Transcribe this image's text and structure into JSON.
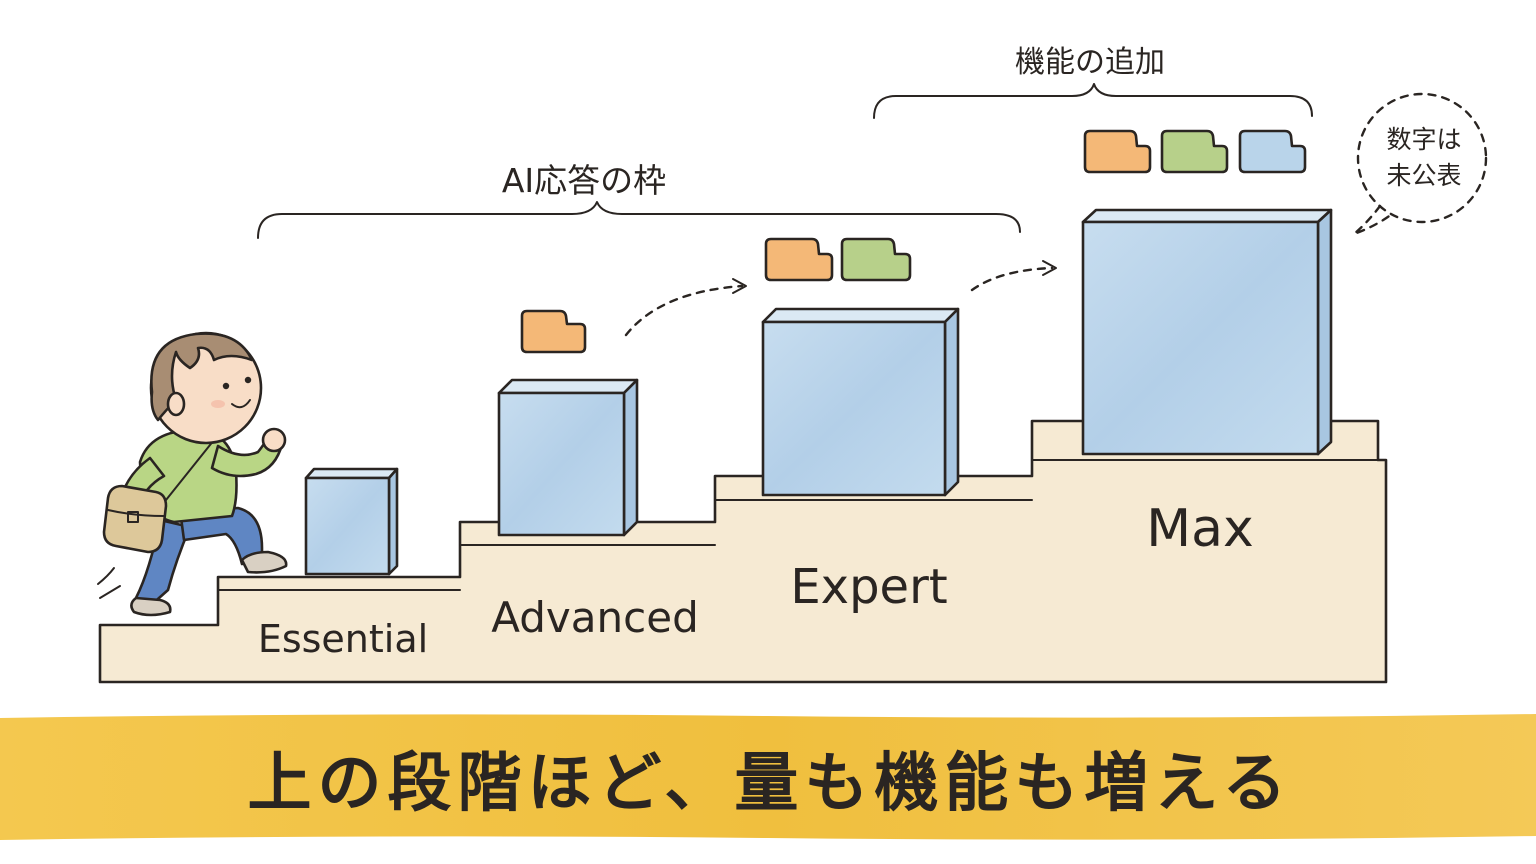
{
  "brackets": {
    "ai_quota": "AI応答の枠",
    "features": "機能の追加"
  },
  "callout": {
    "line1": "数字は",
    "line2": "未公表"
  },
  "plans": [
    {
      "name": "Essential",
      "feature_tabs": 0
    },
    {
      "name": "Advanced",
      "feature_tabs": 1
    },
    {
      "name": "Expert",
      "feature_tabs": 2
    },
    {
      "name": "Max",
      "feature_tabs": 3
    }
  ],
  "banner": {
    "text": "上の段階ほど、量も機能も増える"
  },
  "colors": {
    "stair_fill": "#f6ead3",
    "box_blue": "#b9d4ea",
    "box_blue_dark": "#a6c5e0",
    "tab_orange": "#f4b877",
    "tab_green": "#b7d08a",
    "tab_blue": "#b9d4ea",
    "banner_yellow": "#f2c346",
    "ink": "#2a2522"
  },
  "icons": {
    "character": "child-climbing-icon",
    "bag": "shoulder-bag-icon"
  }
}
